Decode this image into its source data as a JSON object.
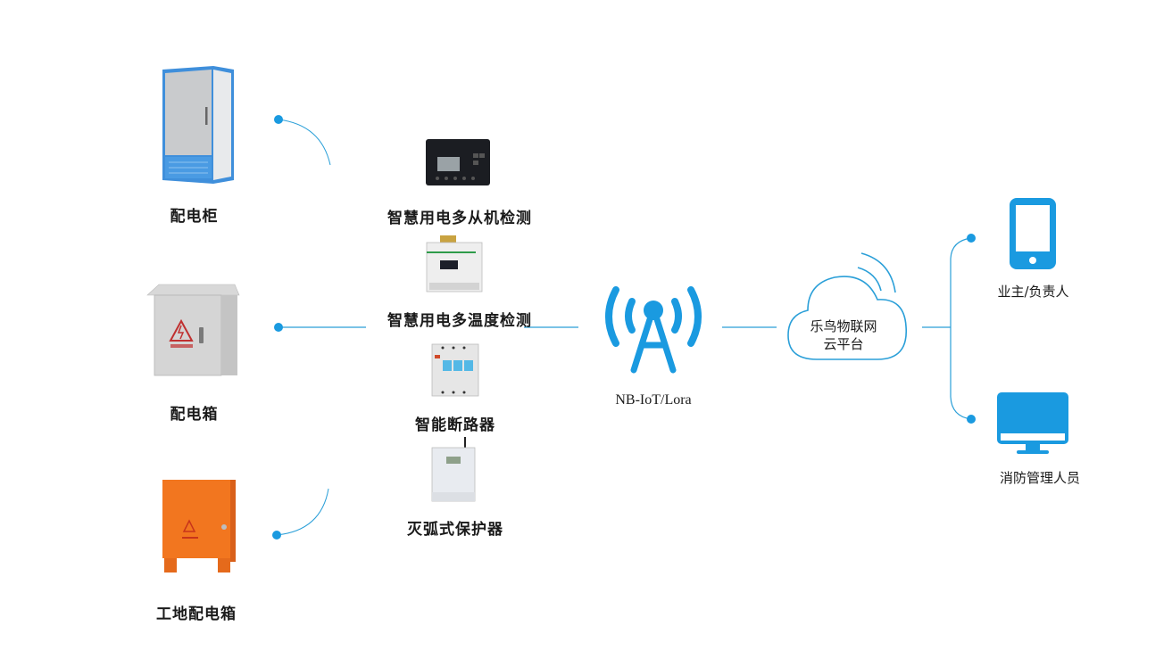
{
  "colors": {
    "accent": "#1a9ae0",
    "line": "#2a9fd8",
    "text": "#1a1a1a"
  },
  "sources": [
    {
      "label": "配电柜",
      "icon": "distribution-cabinet-icon"
    },
    {
      "label": "配电箱",
      "icon": "distribution-box-icon"
    },
    {
      "label": "工地配电箱",
      "icon": "construction-distribution-box-icon"
    }
  ],
  "devices": [
    {
      "label": "智慧用电多从机检测",
      "icon": "multi-slave-monitor-icon"
    },
    {
      "label": "智慧用电多温度检测",
      "icon": "multi-temperature-monitor-icon"
    },
    {
      "label": "智能断路器",
      "icon": "smart-breaker-icon"
    },
    {
      "label": "灭弧式保护器",
      "icon": "arc-protector-icon"
    }
  ],
  "network": {
    "label": "NB-IoT/Lora",
    "icon": "signal-tower-icon"
  },
  "cloud": {
    "line1": "乐鸟物联网",
    "line2": "云平台",
    "icon": "cloud-icon"
  },
  "endpoints": [
    {
      "label": "业主/负责人",
      "icon": "smartphone-icon"
    },
    {
      "label": "消防管理人员",
      "icon": "monitor-icon"
    }
  ]
}
